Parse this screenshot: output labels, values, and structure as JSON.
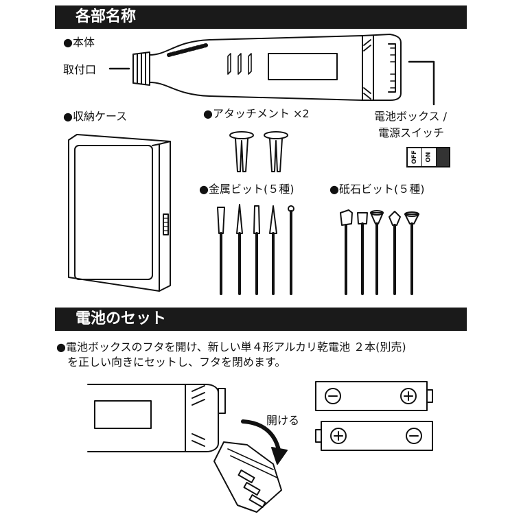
{
  "sections": {
    "parts_title": "各部名称",
    "battery_title": "電池のセット"
  },
  "labels": {
    "main_body": "●本体",
    "mount": "取付口",
    "case": "●収納ケース",
    "attachment": "●アタッチメント ×2",
    "battery_box_line1": "電池ボックス /",
    "battery_box_line2": "電源スイッチ",
    "switch_off": "OFF",
    "switch_on": "ON",
    "metal_bits": "●金属ビット(５種)",
    "grind_bits": "●砥石ビット(５種)"
  },
  "instructions": {
    "line1": "●電池ボックスのフタを開け、新しい単４形アルカリ乾電池 ２本(別売)",
    "line2": "　を正しい向きにセットし、フタを閉めます。",
    "open_label": "開ける"
  },
  "batteries": [
    {
      "left_symbol": "−",
      "right_symbol": "+"
    },
    {
      "left_symbol": "+",
      "right_symbol": "−"
    }
  ]
}
